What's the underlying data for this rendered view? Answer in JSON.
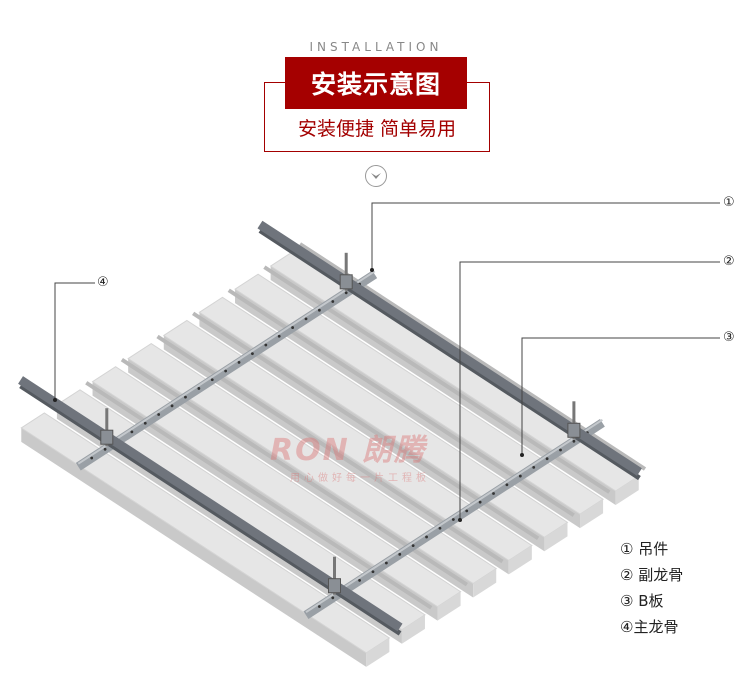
{
  "header": {
    "english": "INSTALLATION",
    "title": "安装示意图",
    "subtitle": "安装便捷 简单易用",
    "scroll_icon": "chevron-down-circle-icon"
  },
  "callouts": [
    "①",
    "②",
    "③",
    "④"
  ],
  "legend": [
    "① 吊件",
    "② 副龙骨",
    "③ B板",
    "④主龙骨"
  ],
  "watermark": {
    "brand": "RON 朗腾",
    "slogan": "用心做好每一片工程板"
  },
  "colors": {
    "accent": "#a50000",
    "panel": "#e6e6e6",
    "main_keel": "#6f747c",
    "sub_keel": "#9aa0a6"
  }
}
